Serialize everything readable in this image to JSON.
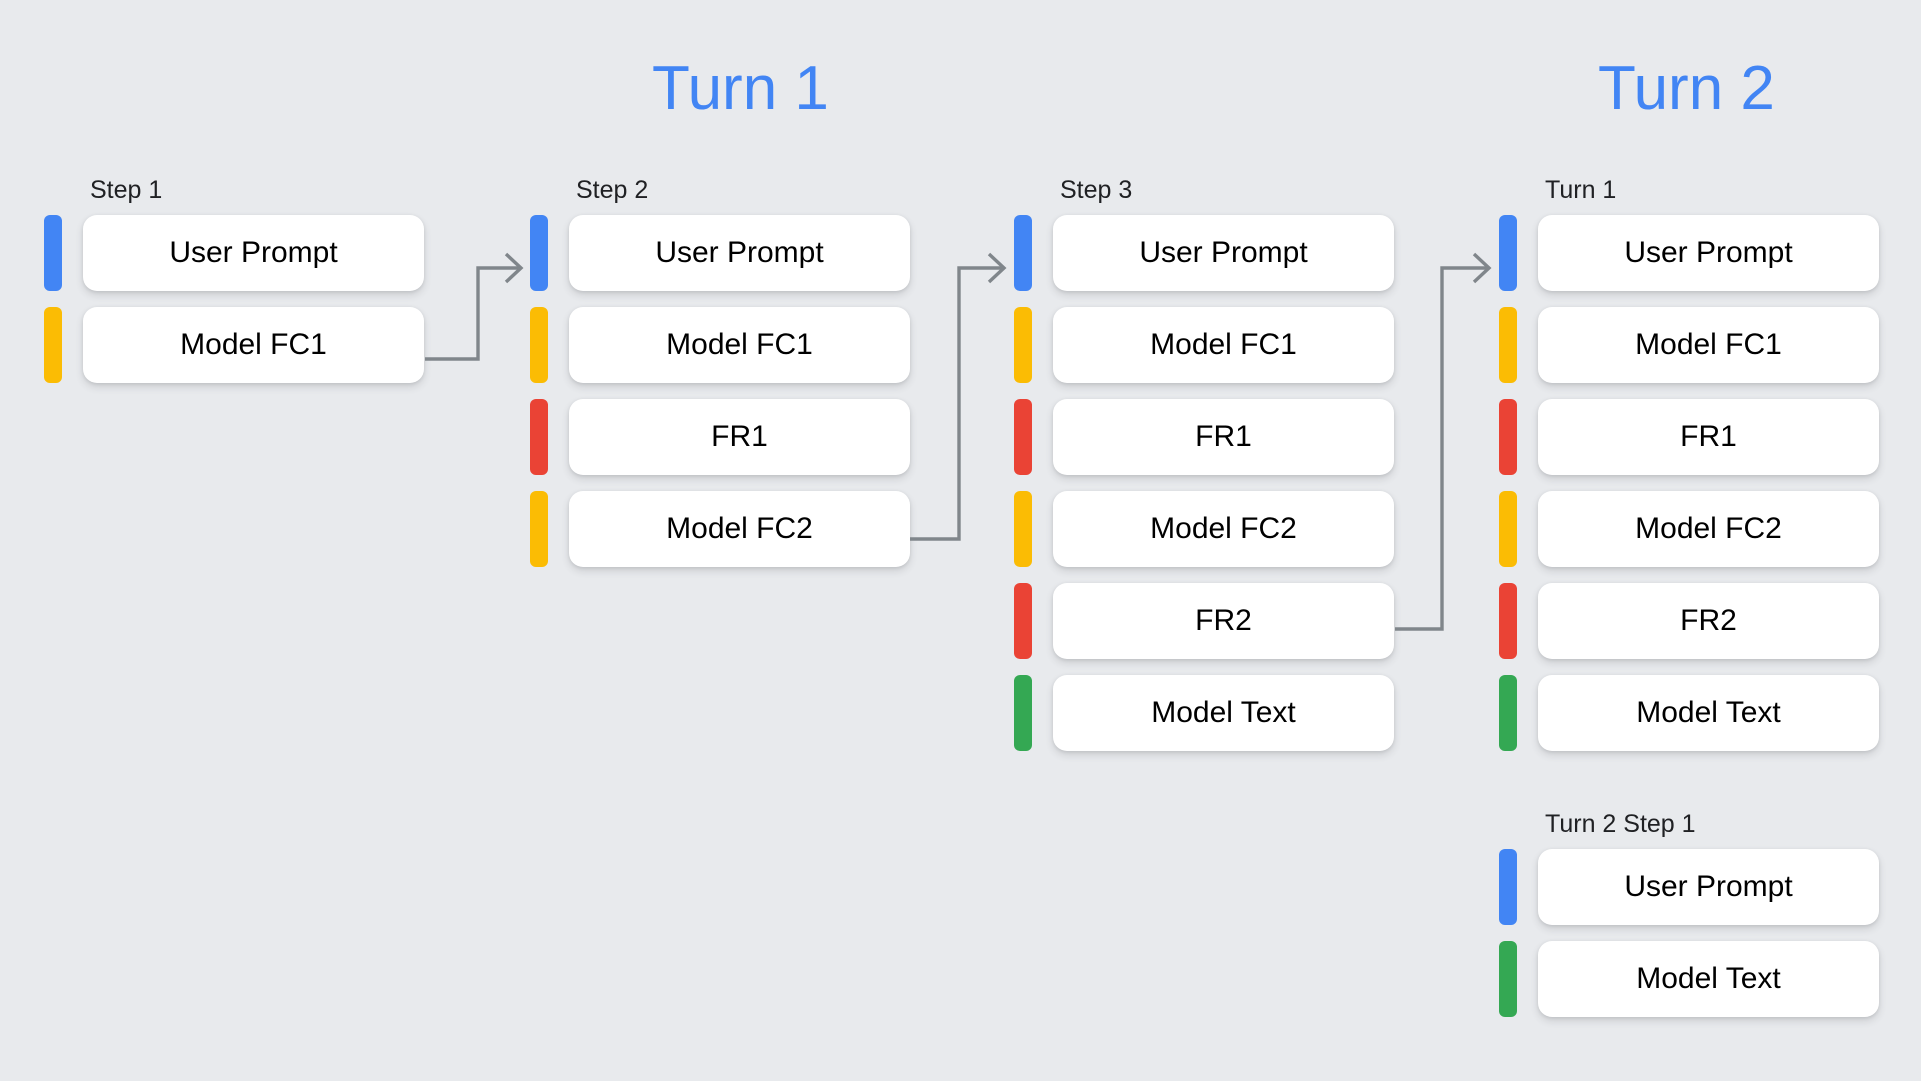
{
  "background_color": "#E8EAED",
  "accent_color": "#4285F4",
  "palette": {
    "blue": "#4285F4",
    "yellow": "#FBBC04",
    "red": "#EA4335",
    "green": "#34A853",
    "card": "#FFFFFF",
    "arrow": "#80868B",
    "text": "#202124"
  },
  "titles": [
    {
      "label": "Turn 1"
    },
    {
      "label": "Turn 2"
    }
  ],
  "columns": [
    {
      "label": "Step 1",
      "rows": [
        {
          "color": "blue",
          "label": "User Prompt"
        },
        {
          "color": "yellow",
          "label": "Model FC1"
        }
      ]
    },
    {
      "label": "Step 2",
      "rows": [
        {
          "color": "blue",
          "label": "User Prompt"
        },
        {
          "color": "yellow",
          "label": "Model FC1"
        },
        {
          "color": "red",
          "label": "FR1"
        },
        {
          "color": "yellow",
          "label": "Model FC2"
        }
      ]
    },
    {
      "label": "Step 3",
      "rows": [
        {
          "color": "blue",
          "label": "User Prompt"
        },
        {
          "color": "yellow",
          "label": "Model FC1"
        },
        {
          "color": "red",
          "label": "FR1"
        },
        {
          "color": "yellow",
          "label": "Model FC2"
        },
        {
          "color": "red",
          "label": "FR2"
        },
        {
          "color": "green",
          "label": "Model Text"
        }
      ]
    },
    {
      "label": "Turn 1",
      "rows": [
        {
          "color": "blue",
          "label": "User Prompt"
        },
        {
          "color": "yellow",
          "label": "Model FC1"
        },
        {
          "color": "red",
          "label": "FR1"
        },
        {
          "color": "yellow",
          "label": "Model FC2"
        },
        {
          "color": "red",
          "label": "FR2"
        },
        {
          "color": "green",
          "label": "Model Text"
        }
      ]
    },
    {
      "label": "Turn 2 Step 1",
      "rows": [
        {
          "color": "blue",
          "label": "User Prompt"
        },
        {
          "color": "green",
          "label": "Model Text"
        }
      ]
    }
  ],
  "connectors": [
    {
      "name": "arrow-step1-to-step2",
      "from": "Model FC1 (Step 1)",
      "to": "Step 2"
    },
    {
      "name": "arrow-step2-to-step3",
      "from": "Model FC2 (Step 2)",
      "to": "Step 3"
    },
    {
      "name": "arrow-step3-to-turn1",
      "from": "FR2 (Step 3)",
      "to": "Turn 1"
    }
  ]
}
